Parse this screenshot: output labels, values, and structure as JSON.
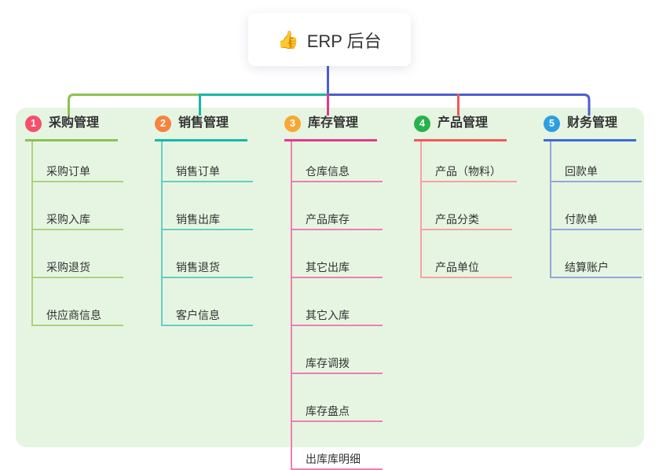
{
  "root": {
    "emoji": "👍",
    "label": "ERP 后台"
  },
  "colors": {
    "panel_bg": "#e6f5e2",
    "stem_blue": "#4a5ed0",
    "seg_green": "#8cc153",
    "seg_teal": "#17b8a6",
    "seg_blue": "#4a5ed0",
    "drop_magenta": "#e23a8e",
    "drop_red": "#f25858"
  },
  "branches": [
    {
      "number": "1",
      "label": "采购管理",
      "circle_color": "#f4506c",
      "line_color": "#8cc153",
      "child_line_color": "#a9d37b",
      "children": [
        "采购订单",
        "采购入库",
        "采购退货",
        "供应商信息"
      ]
    },
    {
      "number": "2",
      "label": "销售管理",
      "circle_color": "#f6833f",
      "line_color": "#17b8a6",
      "child_line_color": "#63cfc2",
      "children": [
        "销售订单",
        "销售出库",
        "销售退货",
        "客户信息"
      ]
    },
    {
      "number": "3",
      "label": "库存管理",
      "circle_color": "#f6a834",
      "line_color": "#e23a8e",
      "child_line_color": "#f07db5",
      "children": [
        "仓库信息",
        "产品库存",
        "其它出库",
        "其它入库",
        "库存调拨",
        "库存盘点",
        "出库库明细"
      ]
    },
    {
      "number": "4",
      "label": "产品管理",
      "circle_color": "#28b24b",
      "line_color": "#f25858",
      "child_line_color": "#f8a0a0",
      "children": [
        "产品（物料）",
        "产品分类",
        "产品单位"
      ]
    },
    {
      "number": "5",
      "label": "财务管理",
      "circle_color": "#2d9fe0",
      "line_color": "#3e68d8",
      "child_line_color": "#90a8dc",
      "children": [
        "回款单",
        "付款单",
        "结算账户"
      ]
    }
  ]
}
